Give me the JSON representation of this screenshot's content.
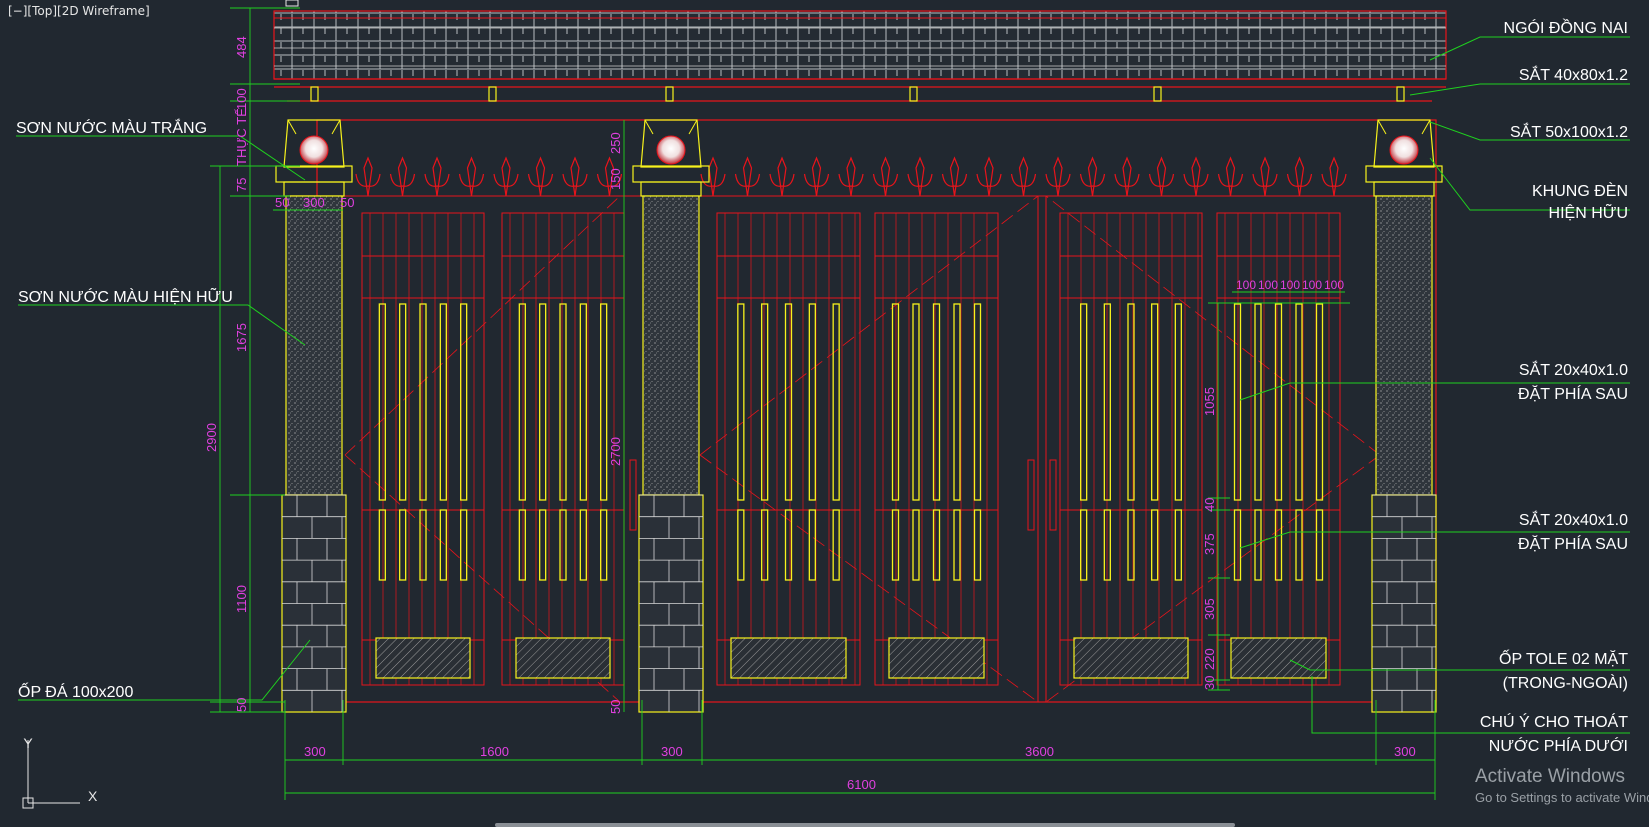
{
  "viewport": {
    "minus": "[−]",
    "view": "[Top]",
    "style": "[2D Wireframe]"
  },
  "colors": {
    "bg": "#212830",
    "red": "#e8141b",
    "yellow": "#f7f21c",
    "magenta": "#e040e0",
    "green": "#1fd11f",
    "white": "#ffffff",
    "stone": "#3a3f46"
  },
  "labels_left": {
    "paint_white": "SƠN NƯỚC MÀU TRẮNG",
    "paint_existing": "SƠN NƯỚC MÀU HIỆN HỮU",
    "stone_cladding": "ỐP ĐÁ 100x200"
  },
  "labels_right": {
    "tile": "NGÓI ĐỒNG NAI",
    "iron_40x80": "SẮT 40x80x1.2",
    "iron_50x100": "SẮT 50x100x1.2",
    "lamp_frame_1": "KHUNG ĐÈN",
    "lamp_frame_2": "HIỆN HỮU",
    "iron_20x40_a1": "SẮT 20x40x1.0",
    "iron_20x40_a2": "ĐẶT PHÍA SAU",
    "iron_20x40_b1": "SẮT 20x40x1.0",
    "iron_20x40_b2": "ĐẶT PHÍA SAU",
    "tole_1": "ỐP TOLE 02 MẶT",
    "tole_2": "(TRONG-NGOÀI)",
    "drain_1": "CHÚ Ý CHO THOÁT",
    "drain_2": "NƯỚC PHÍA DƯỚI"
  },
  "dims_left": {
    "d484": "484",
    "d100": "100",
    "thucte": "THỰC TẾ",
    "d75": "75",
    "d1675": "1675",
    "d2900": "2900",
    "d1100": "1100",
    "d50": "50"
  },
  "dims_column": {
    "d50a": "50",
    "d300": "300",
    "d50b": "50"
  },
  "dims_mid": {
    "d250": "250",
    "d150": "150",
    "d2700": "2700",
    "d50": "50"
  },
  "dims_right": {
    "d1055": "1055",
    "d40": "40",
    "d375": "375",
    "d305": "305",
    "d220": "220",
    "d30": "30"
  },
  "dims_top_bars": [
    "100",
    "100",
    "100",
    "100",
    "100"
  ],
  "dims_bottom": {
    "col_left": "300",
    "gate_left": "1600",
    "col_mid": "300",
    "gate_right": "3600",
    "col_right": "300",
    "total": "6100"
  },
  "ucs": {
    "y": "Y",
    "x": "X"
  },
  "watermark": {
    "title": "Activate Windows",
    "sub": "Go to Settings to activate Windows."
  }
}
